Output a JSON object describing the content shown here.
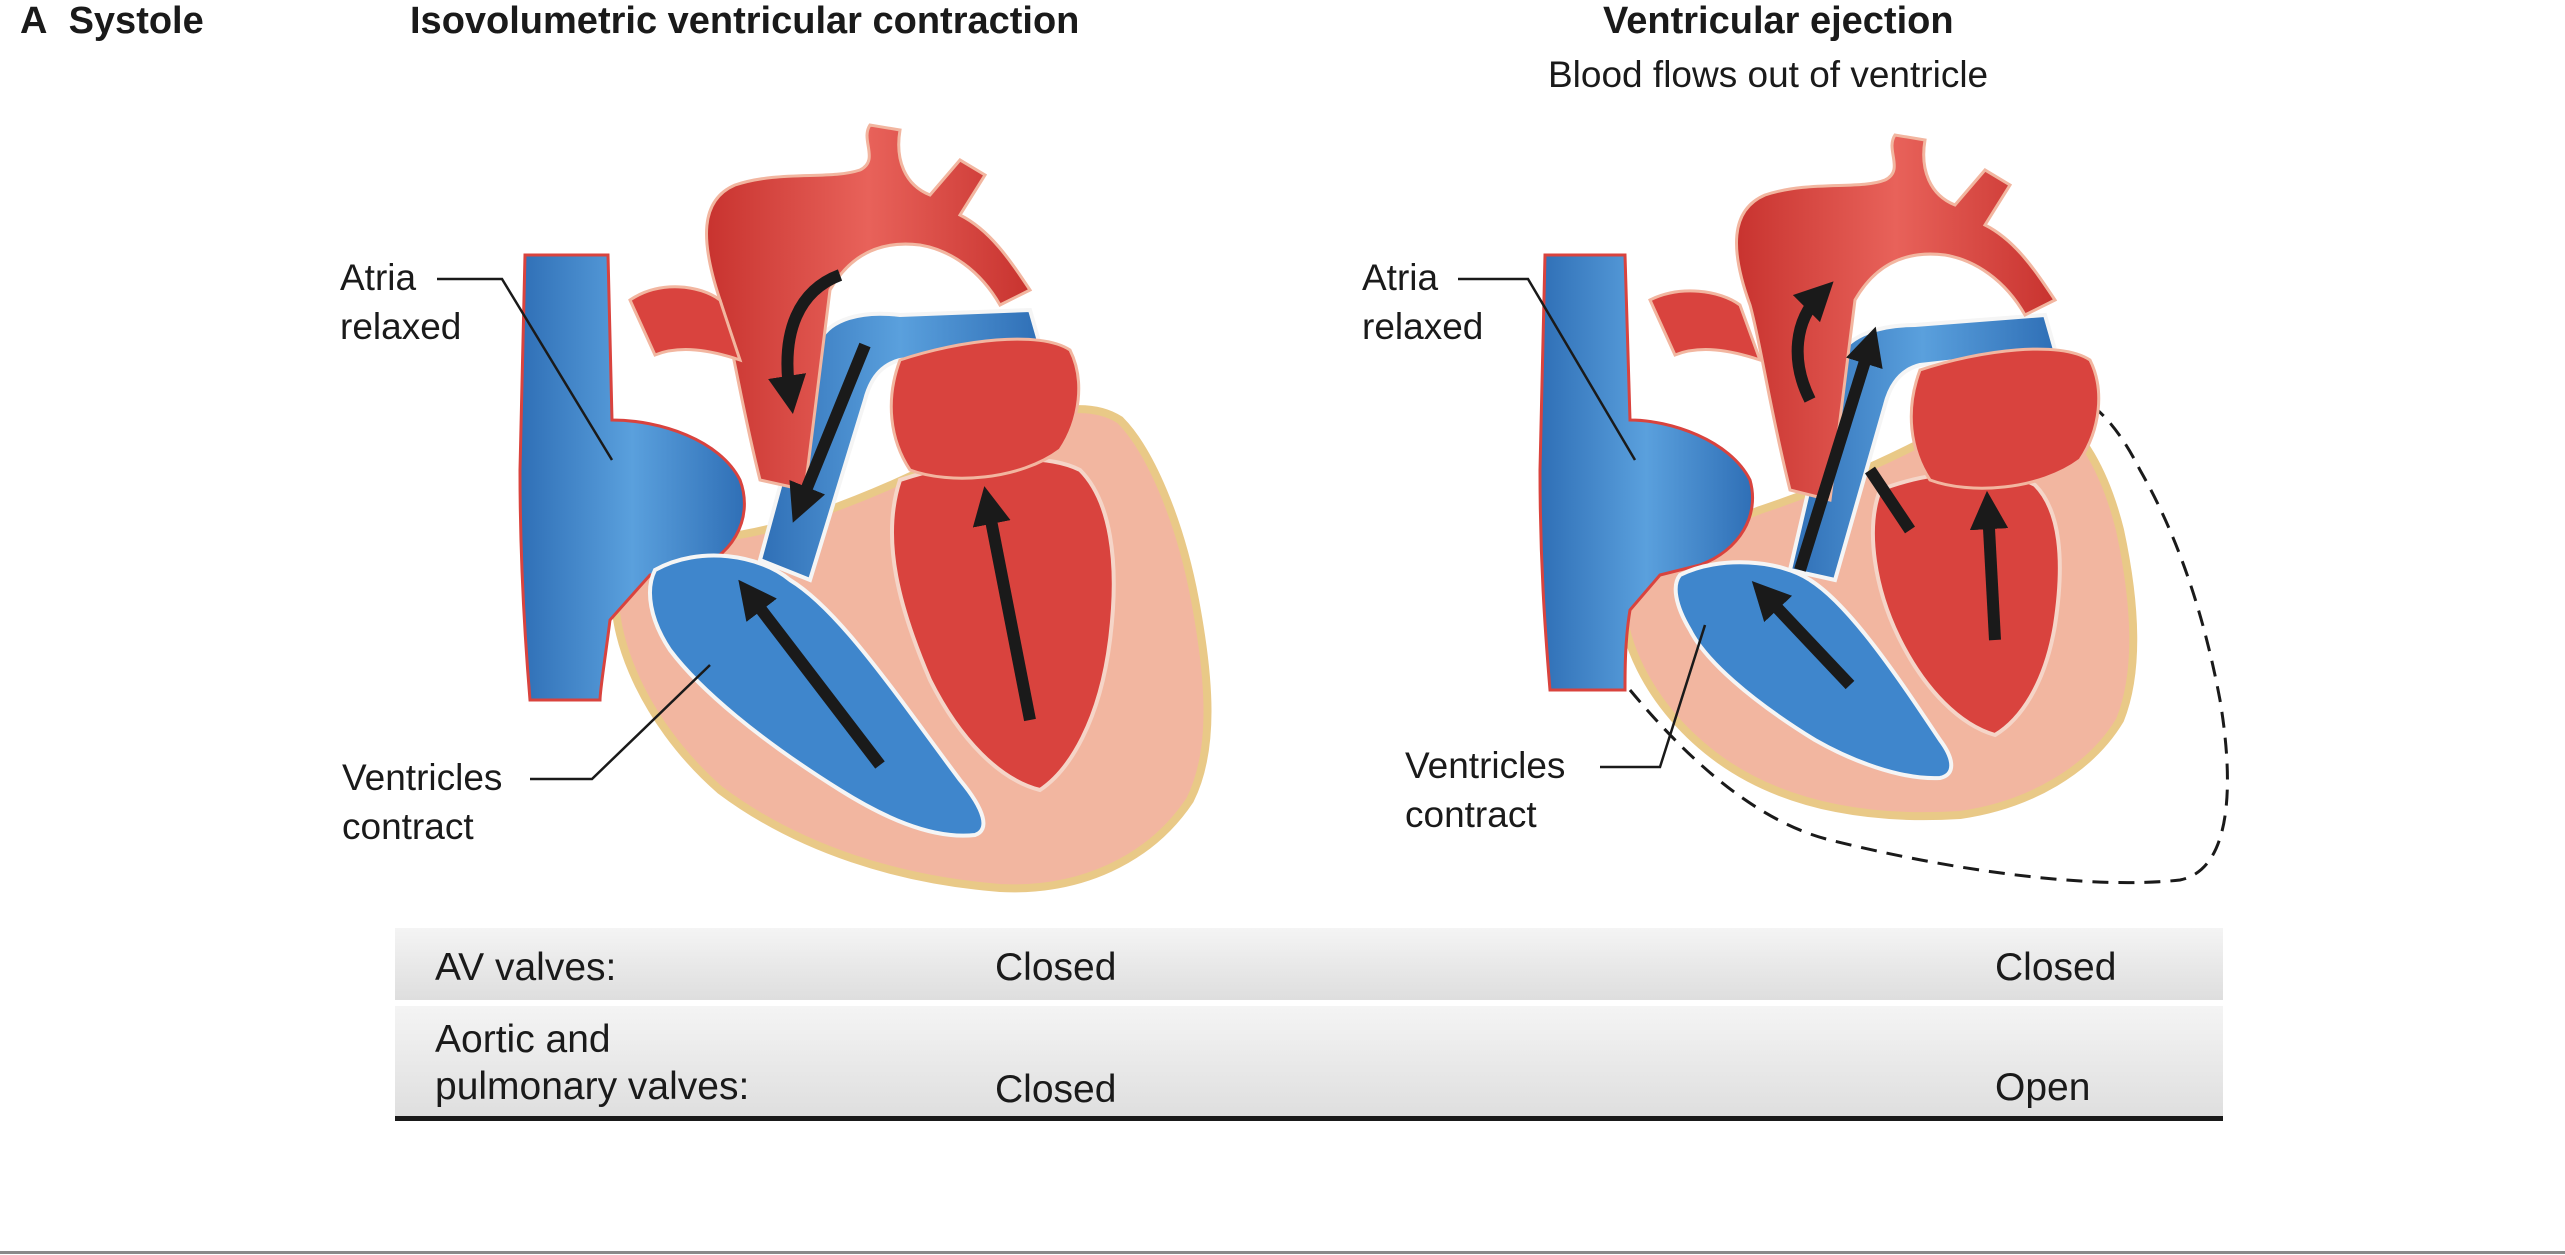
{
  "figure": {
    "section_letter": "A",
    "section_name": "Systole",
    "left_panel": {
      "title": "Isovolumetric ventricular contraction",
      "atria_label": [
        "Atria",
        "relaxed"
      ],
      "ventricles_label": [
        "Ventricles",
        "contract"
      ]
    },
    "right_panel": {
      "title": "Ventricular ejection",
      "subtitle": "Blood flows out of ventricle",
      "atria_label": [
        "Atria",
        "relaxed"
      ],
      "ventricles_label": [
        "Ventricles",
        "contract"
      ]
    }
  },
  "valve_table": {
    "rows": [
      {
        "label_lines": [
          "AV valves:"
        ],
        "left_state": "Closed",
        "right_state": "Closed"
      },
      {
        "label_lines": [
          "Aortic and",
          "pulmonary valves:"
        ],
        "left_state": "Closed",
        "right_state": "Open"
      }
    ]
  },
  "colors": {
    "oxygenated_red": "#d9433e",
    "deoxygenated_blue": "#3f86cc",
    "myocardium_pink": "#f2b6a0",
    "flow_arrow": "#1a1a1a"
  }
}
